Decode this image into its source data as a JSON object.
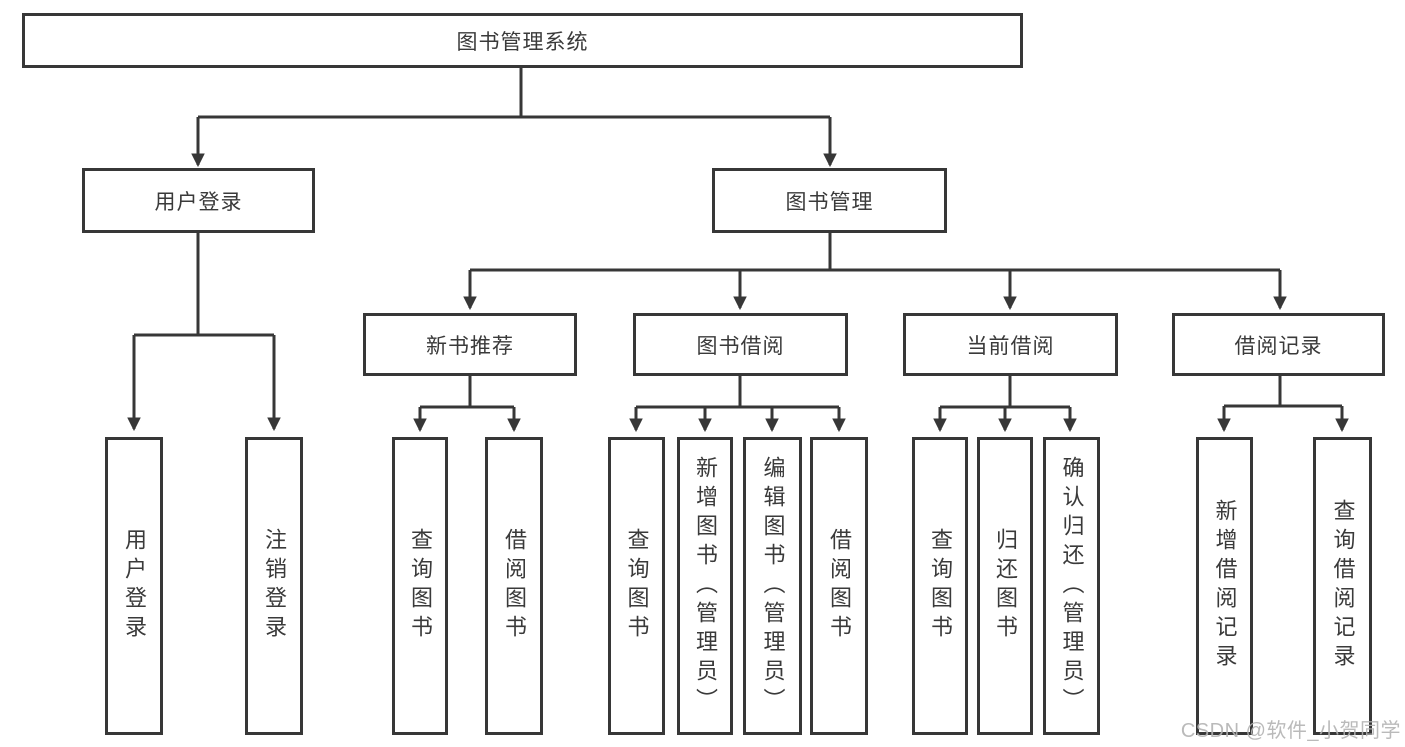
{
  "colors": {
    "line": "#373737",
    "box_border": "#373737",
    "text": "#3a3a3a",
    "background": "#ffffff",
    "watermark": "#b3b3b3"
  },
  "watermark": {
    "text": "CSDN @软件_小贺同学"
  },
  "root": {
    "label": "图书管理系统"
  },
  "login": {
    "label": "用户登录",
    "children": [
      {
        "label": "用户登录"
      },
      {
        "label": "注销登录"
      }
    ]
  },
  "management": {
    "label": "图书管理",
    "children": [
      {
        "label": "新书推荐",
        "children": [
          {
            "label": "查询图书"
          },
          {
            "label": "借阅图书"
          }
        ]
      },
      {
        "label": "图书借阅",
        "children": [
          {
            "label": "查询图书"
          },
          {
            "label": "新增图书（管理员）"
          },
          {
            "label": "编辑图书（管理员）"
          },
          {
            "label": "借阅图书"
          }
        ]
      },
      {
        "label": "当前借阅",
        "children": [
          {
            "label": "查询图书"
          },
          {
            "label": "归还图书"
          },
          {
            "label": "确认归还（管理员）"
          }
        ]
      },
      {
        "label": "借阅记录",
        "children": [
          {
            "label": "新增借阅记录"
          },
          {
            "label": "查询借阅记录"
          }
        ]
      }
    ]
  }
}
